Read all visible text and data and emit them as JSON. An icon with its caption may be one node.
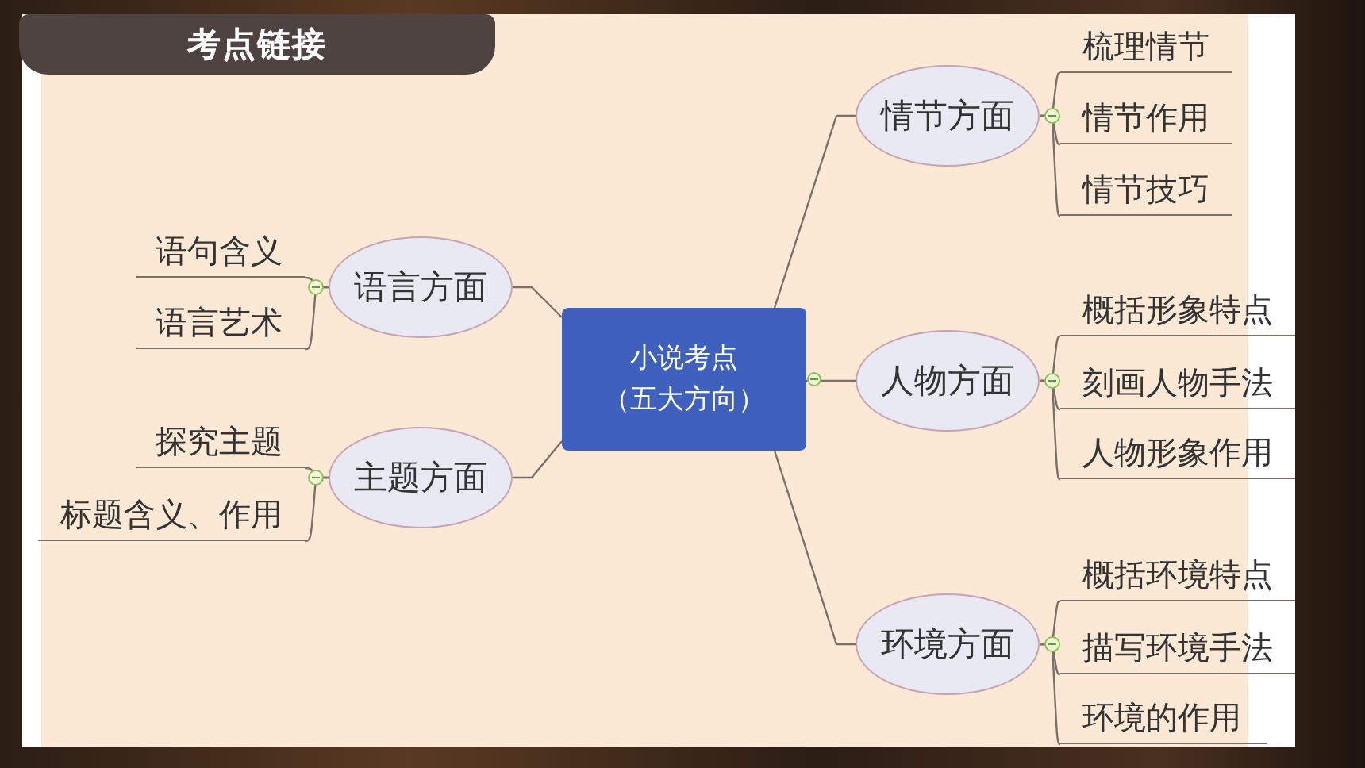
{
  "diagram": {
    "title": "考点链接",
    "nodes": [
      {
        "text": [
          "小说考点",
          "（五大方向）"
        ]
      },
      {
        "text": [
          "语言方面"
        ]
      },
      {
        "text": [
          "语句含义"
        ]
      },
      {
        "text": [
          "语言艺术"
        ]
      },
      {
        "text": [
          "主题方面"
        ]
      },
      {
        "text": [
          "探究主题"
        ]
      },
      {
        "text": [
          "标题含义、作用"
        ]
      },
      {
        "text": [
          "情节方面"
        ]
      },
      {
        "text": [
          "梳理情节"
        ]
      },
      {
        "text": [
          "情节作用"
        ]
      },
      {
        "text": [
          "情节技巧"
        ]
      },
      {
        "text": [
          "人物方面"
        ]
      },
      {
        "text": [
          "概括形象特点"
        ]
      },
      {
        "text": [
          "刻画人物手法"
        ]
      },
      {
        "text": [
          "人物形象作用"
        ]
      },
      {
        "text": [
          "环境方面"
        ]
      },
      {
        "text": [
          "概括环境特点"
        ]
      },
      {
        "text": [
          "描写环境手法"
        ]
      },
      {
        "text": [
          "环境的作用"
        ]
      }
    ],
    "edges": [
      {
        "from": 0,
        "to": 1,
        "arrow": "none"
      },
      {
        "from": 1,
        "to": 2,
        "arrow": "none"
      },
      {
        "from": 1,
        "to": 3,
        "arrow": "none"
      },
      {
        "from": 0,
        "to": 4,
        "arrow": "none"
      },
      {
        "from": 4,
        "to": 5,
        "arrow": "none"
      },
      {
        "from": 4,
        "to": 6,
        "arrow": "none"
      },
      {
        "from": 0,
        "to": 7,
        "arrow": "none"
      },
      {
        "from": 7,
        "to": 8,
        "arrow": "none"
      },
      {
        "from": 7,
        "to": 9,
        "arrow": "none"
      },
      {
        "from": 7,
        "to": 10,
        "arrow": "none"
      },
      {
        "from": 0,
        "to": 11,
        "arrow": "none"
      },
      {
        "from": 11,
        "to": 12,
        "arrow": "none"
      },
      {
        "from": 11,
        "to": 13,
        "arrow": "none"
      },
      {
        "from": 11,
        "to": 14,
        "arrow": "none"
      },
      {
        "from": 0,
        "to": 15,
        "arrow": "none"
      },
      {
        "from": 15,
        "to": 16,
        "arrow": "none"
      },
      {
        "from": 15,
        "to": 17,
        "arrow": "none"
      },
      {
        "from": 15,
        "to": 18,
        "arrow": "none"
      }
    ]
  }
}
